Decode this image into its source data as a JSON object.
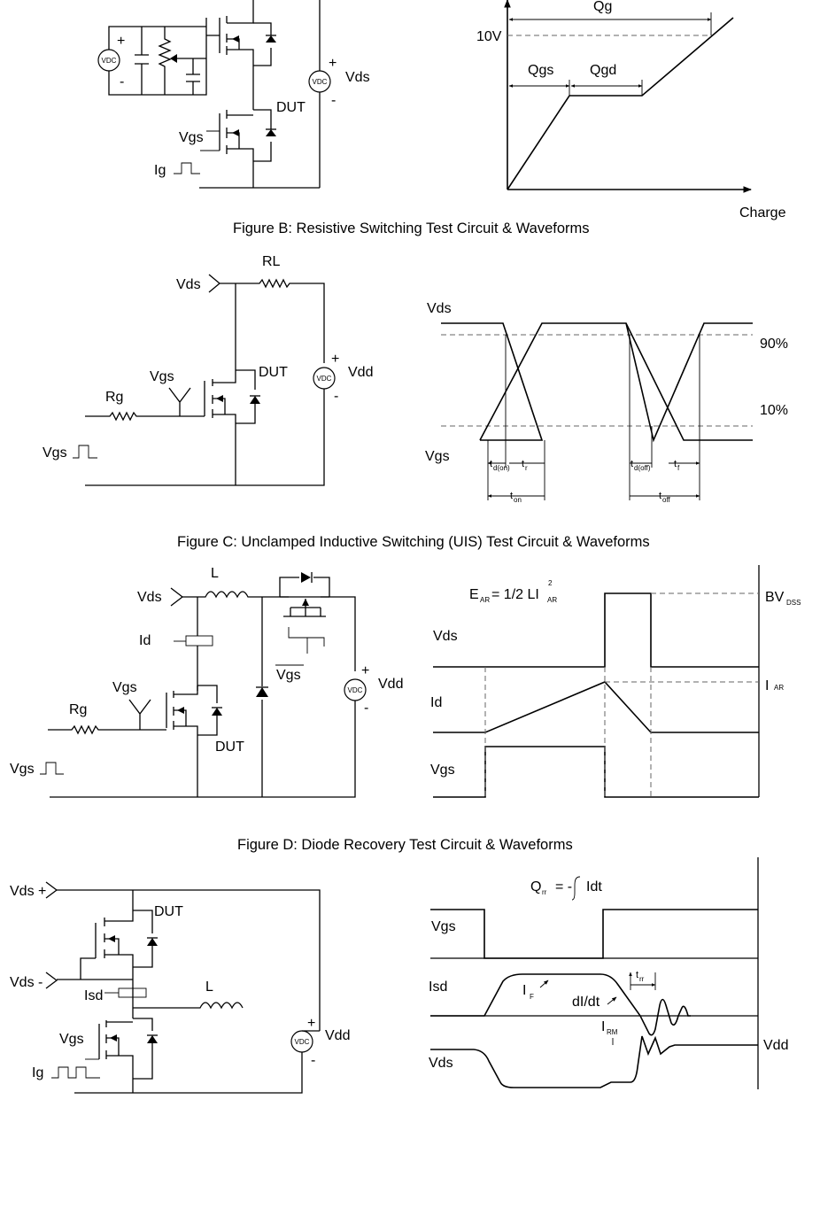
{
  "captions": {
    "b": "Figure B: Resistive Switching Test Circuit & Waveforms",
    "c": "Figure C: Unclamped Inductive Switching (UIS) Test Circuit & Waveforms",
    "d": "Figure D: Diode Recovery Test Circuit & Waveforms"
  },
  "common": {
    "vdc": "VDC",
    "plus": "+",
    "minus": "-",
    "dut": "DUT"
  },
  "fig_a": {
    "vds": "Vds",
    "vgs": "Vgs",
    "ig": "Ig",
    "chart": {
      "qg": "Qg",
      "v10": "10V",
      "qgs": "Qgs",
      "qgd": "Qgd",
      "charge": "Charge"
    }
  },
  "fig_b": {
    "circuit": {
      "vds": "Vds",
      "rl": "RL",
      "vgs_top": "Vgs",
      "rg": "Rg",
      "vgs_bottom": "Vgs",
      "vdd": "Vdd"
    },
    "wave": {
      "vds": "Vds",
      "vgs": "Vgs",
      "p90": "90%",
      "p10": "10%",
      "t_main": "t",
      "td_on_sub": "d(on)",
      "tr_sub": "r",
      "ton_sub": "on",
      "td_off_sub": "d(off)",
      "tf_sub": "f",
      "toff_sub": "off"
    }
  },
  "fig_c": {
    "circuit": {
      "vds": "Vds",
      "l": "L",
      "id": "Id",
      "vgs_top": "Vgs",
      "rg": "Rg",
      "vgs_bottom": "Vgs",
      "vgs_bar": "Vgs",
      "vdd": "Vdd"
    },
    "wave": {
      "e_main": "E",
      "e_sub": "AR",
      "e_eq": "= 1/2 LI",
      "e_sup": "2",
      "e_sub2": "AR",
      "vds": "Vds",
      "id": "Id",
      "vgs": "Vgs",
      "bv_main": "BV",
      "bv_sub": "DSS",
      "iar_main": "I",
      "iar_sub": "AR"
    }
  },
  "fig_d": {
    "circuit": {
      "vds_plus": "Vds +",
      "vds_minus": "Vds -",
      "isd": "Isd",
      "l": "L",
      "vgs": "Vgs",
      "ig": "Ig",
      "vdd": "Vdd"
    },
    "wave": {
      "q_main": "Q",
      "q_sub": "rr",
      "q_eq": "= -",
      "q_int": "Idt",
      "vgs": "Vgs",
      "isd": "Isd",
      "vds": "Vds",
      "vdd": "Vdd",
      "if_main": "I",
      "if_sub": "F",
      "didt": "dI/dt",
      "irm_main": "I",
      "irm_sub": "RM",
      "trr_main": "t",
      "trr_sub": "rr"
    }
  }
}
